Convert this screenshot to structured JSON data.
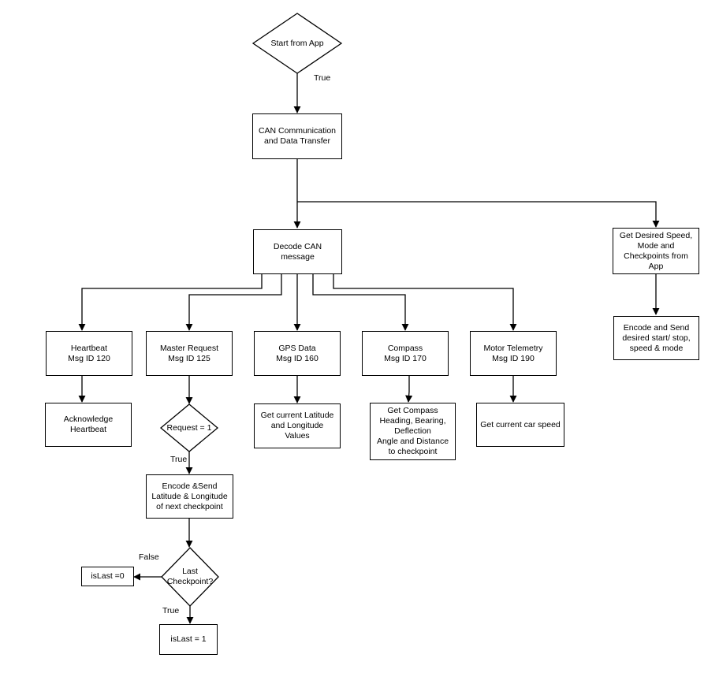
{
  "nodes": {
    "start": "Start from App",
    "can_comm": "CAN Communication\nand Data Transfer",
    "decode": "Decode CAN\nmessage",
    "get_desired": "Get Desired Speed,\nMode and\nCheckpoints from\nApp",
    "encode_send_start": "Encode and Send\ndesired start/ stop,\nspeed & mode",
    "heartbeat": "Heartbeat\nMsg ID 120",
    "master_request": "Master Request\nMsg ID 125",
    "gps_data": "GPS Data\nMsg ID 160",
    "compass": "Compass\nMsg ID 170",
    "motor_telemetry": "Motor Telemetry\nMsg ID 190",
    "ack_heartbeat": "Acknowledge\nHeartbeat",
    "request_check": "Request = 1",
    "gps_values": "Get current Latitude\nand Longitude Values",
    "compass_values": "Get Compass\nHeading, Bearing,\nDeflection\nAngle and Distance\nto checkpoint",
    "car_speed": "Get current car speed",
    "encode_latlong": "Encode &Send\nLatitude & Longitude\nof next checkpoint",
    "last_check": "Last\nCheckpoint?",
    "islast_zero": "isLast =0",
    "islast_one": "isLast = 1"
  },
  "edge_labels": {
    "start_true": "True",
    "request_true": "True",
    "last_false": "False",
    "last_true": "True"
  }
}
